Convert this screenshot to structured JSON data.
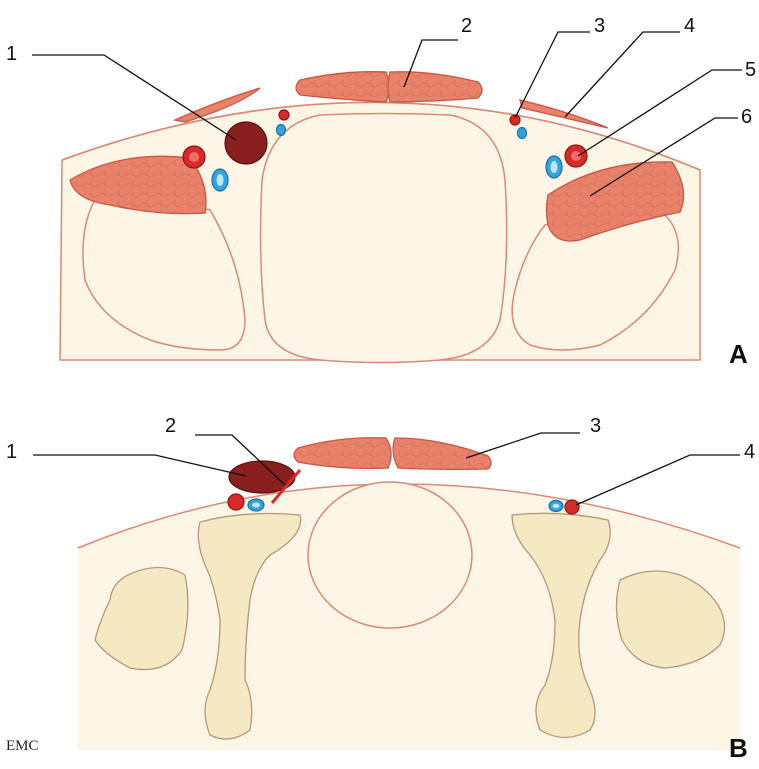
{
  "panel_a": {
    "letter": "A",
    "callouts": [
      "1",
      "2",
      "3",
      "4",
      "5",
      "6"
    ]
  },
  "panel_b": {
    "letter": "B",
    "callouts": [
      "1",
      "2",
      "3",
      "4"
    ]
  },
  "logo": "EMC",
  "colors": {
    "background": "#000000",
    "tissue": "#fdf6e7",
    "muscle": "#e9826b",
    "artery": "#d52b2b",
    "vein": "#33a4de",
    "aneurysm": "#8a1f1f",
    "bone": "#f5e9c3"
  }
}
